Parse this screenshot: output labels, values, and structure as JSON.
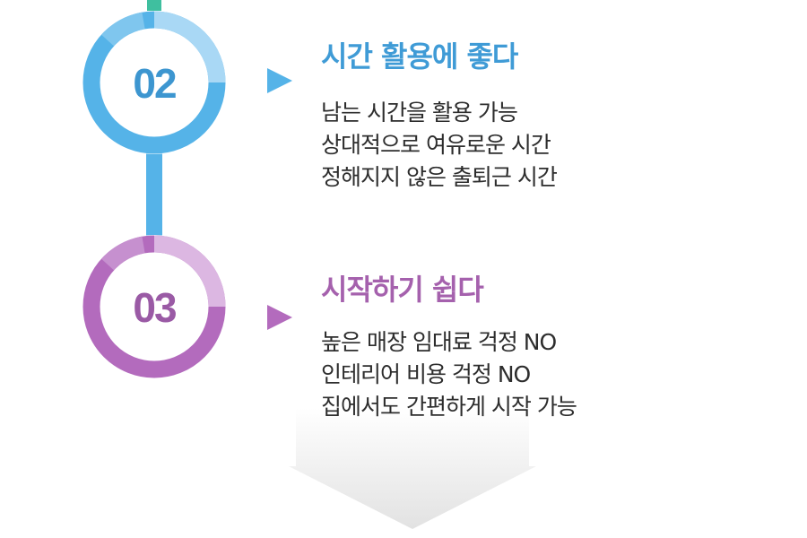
{
  "colors": {
    "blue_accent": "#55b3e8",
    "blue_light": "#a9d8f5",
    "purple_accent": "#b36bbd",
    "purple_light": "#dcb7e2",
    "number_blue": "#3d96d0",
    "number_purple": "#9a5aa5",
    "title_blue": "#3f9bd6",
    "title_purple": "#a561ad",
    "body_text": "#2d2d2d",
    "arrow_gray": "#e6e6e6"
  },
  "steps": [
    {
      "number": "02",
      "title": "시간 활용에 좋다",
      "lines": [
        "남는 시간을 활용 가능",
        "상대적으로 여유로운 시간",
        "정해지지 않은 출퇴근 시간"
      ]
    },
    {
      "number": "03",
      "title": "시작하기 쉽다",
      "lines": [
        "높은 매장 임대료 걱정 NO",
        "인테리어 비용 걱정 NO",
        "집에서도 간편하게 시작 가능"
      ]
    }
  ]
}
